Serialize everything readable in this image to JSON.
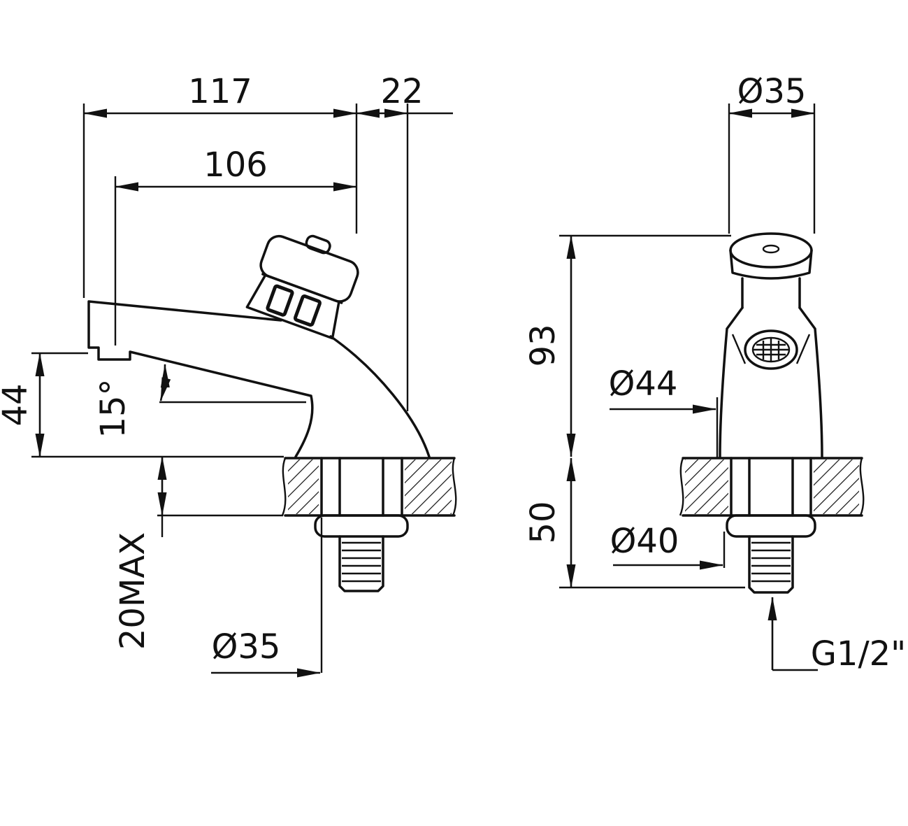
{
  "drawing": {
    "title": "self-closing pillar tap dimensional drawing",
    "colors": {
      "line": "#111111",
      "background": "#ffffff"
    },
    "side": {
      "total_projection": "117",
      "cap_offset": "22",
      "spout_reach": "106",
      "outlet_height": "44",
      "spout_angle": "15°",
      "deck_thickness_max": "20MAX",
      "hole_diameter": "Ø35"
    },
    "front": {
      "cap_diameter": "Ø35",
      "height_above_deck": "93",
      "base_diameter": "Ø44",
      "depth_below_deck": "50",
      "flange_diameter": "Ø40",
      "thread_size": "G1/2\""
    }
  }
}
